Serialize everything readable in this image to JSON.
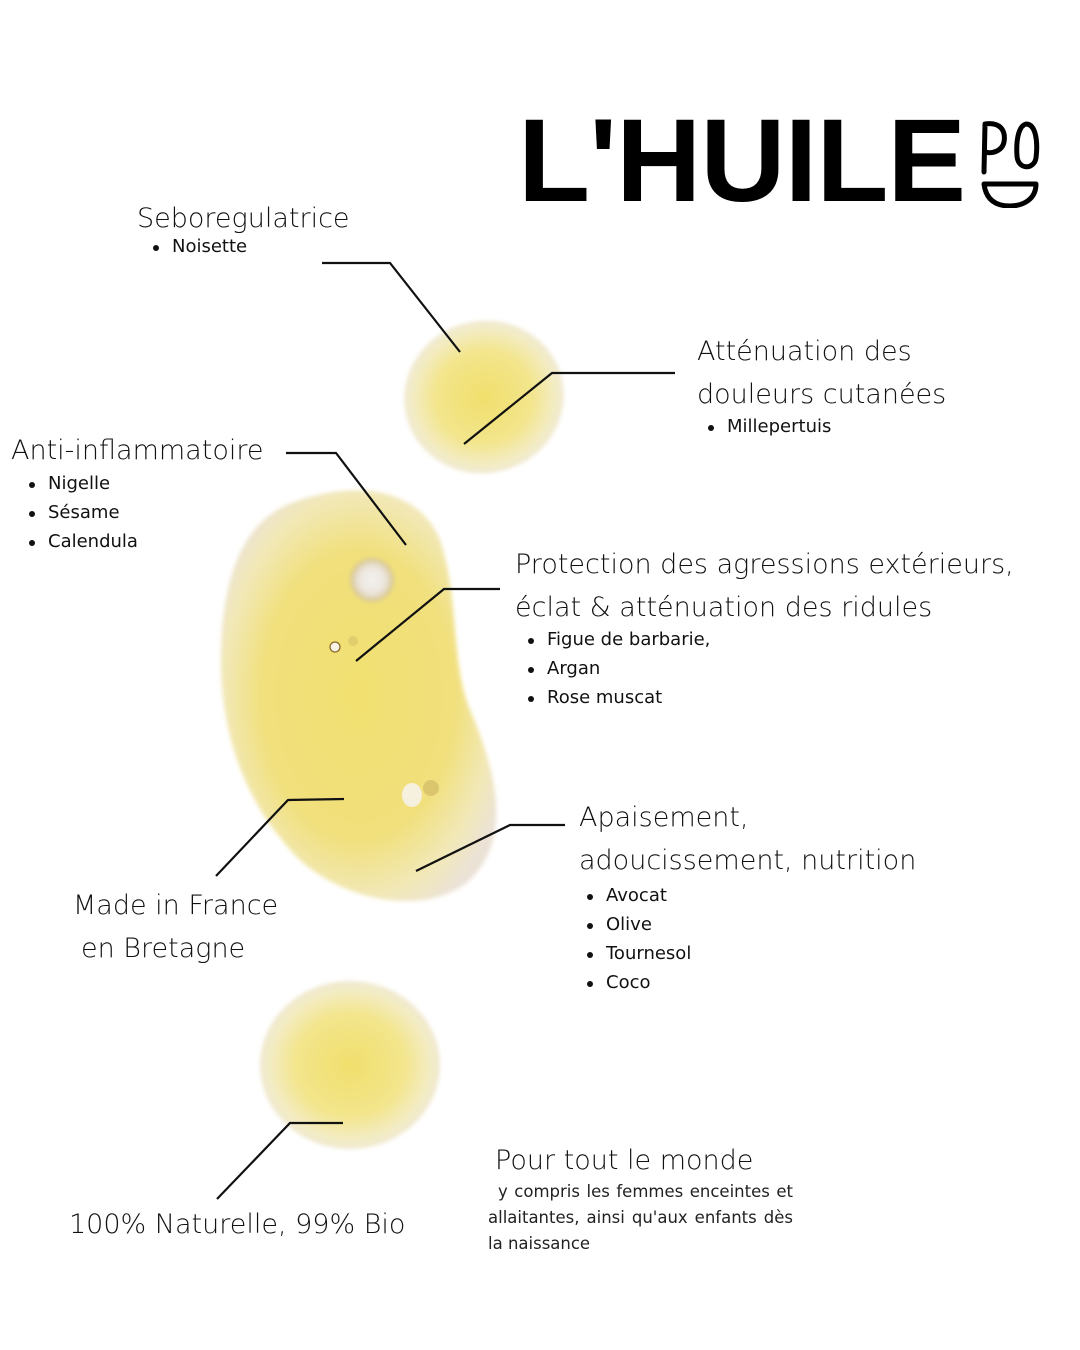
{
  "brand": {
    "title": "L'HUILE",
    "logo_name": "pod-logo"
  },
  "colors": {
    "oil_center": "#f2e27a",
    "oil_mid": "#f4ea9e",
    "oil_edge": "#efe9dc",
    "text": "#111111",
    "background": "#ffffff"
  },
  "callouts": {
    "seboregulatrice": {
      "title": "Seboregulatrice",
      "items": [
        "Noisette"
      ]
    },
    "attenuation": {
      "title_line1": "Atténuation des",
      "title_line2": "douleurs cutanées",
      "items": [
        "Millepertuis"
      ]
    },
    "anti_inflammatoire": {
      "title": "Anti-inflammatoire",
      "items": [
        "Nigelle",
        "Sésame",
        "Calendula"
      ]
    },
    "protection": {
      "title_line1": "Protection des agressions extérieurs,",
      "title_line2": "éclat & atténuation des ridules",
      "items": [
        "Figue de barbarie,",
        "Argan",
        "Rose muscat"
      ]
    },
    "apaisement": {
      "title_line1": "Apaisement,",
      "title_line2": "adoucissement, nutrition",
      "items": [
        "Avocat",
        "Olive",
        "Tournesol",
        "Coco"
      ]
    },
    "made_in_france": {
      "line1": "Made in France",
      "line2": "en Bretagne"
    },
    "naturelle": {
      "title": "100% Naturelle, 99% Bio"
    },
    "pour_tout_le_monde": {
      "title": "Pour tout le monde",
      "description": "y compris les femmes enceintes et allaitantes, ainsi qu'aux enfants dès la naissance"
    }
  }
}
